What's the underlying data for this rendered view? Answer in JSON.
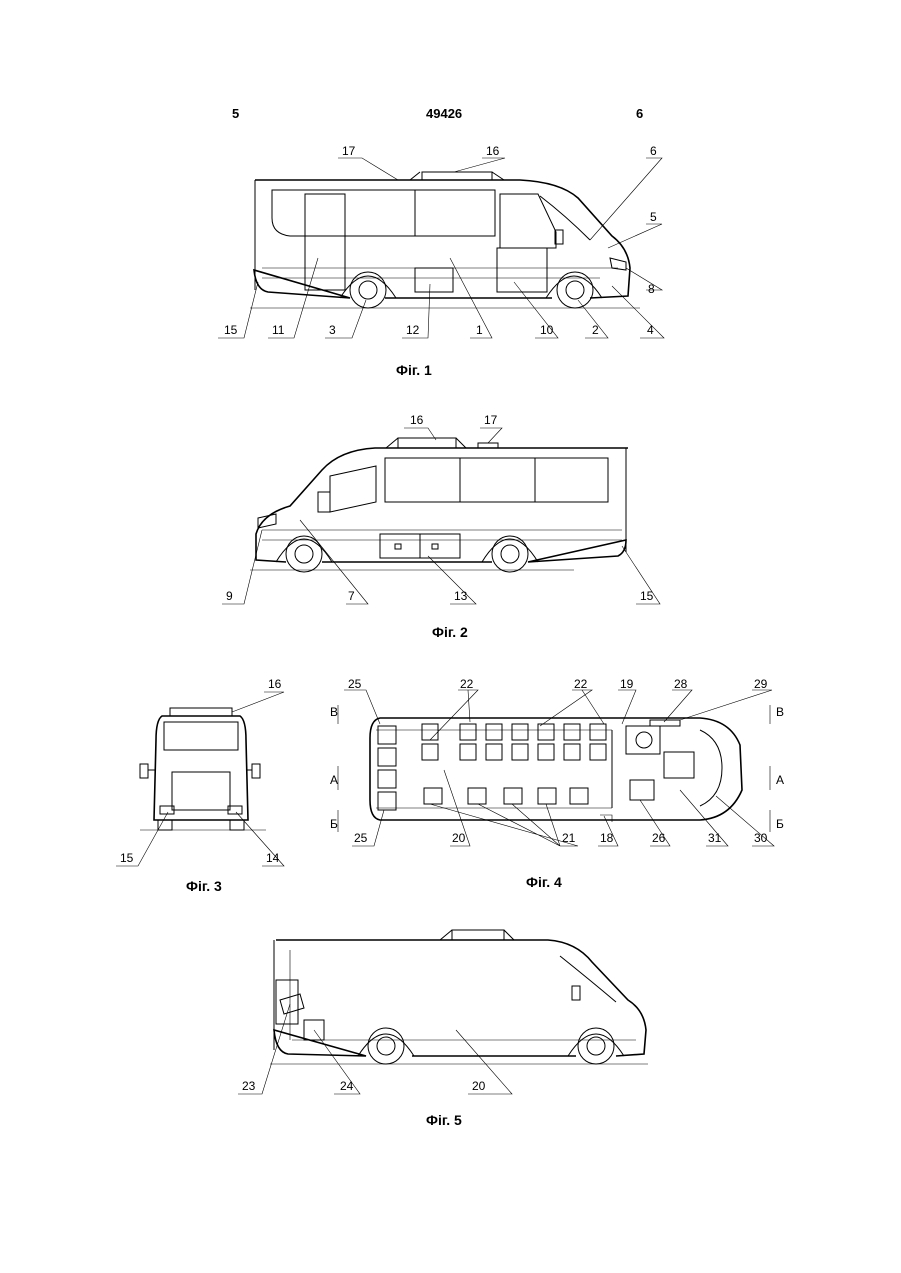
{
  "header": {
    "left_page": "5",
    "doc_number": "49426",
    "right_page": "6"
  },
  "figures": [
    {
      "caption": "Фіг. 1",
      "labels": [
        "17",
        "16",
        "6",
        "5",
        "8",
        "15",
        "11",
        "3",
        "12",
        "1",
        "10",
        "2",
        "4"
      ]
    },
    {
      "caption": "Фіг. 2",
      "labels": [
        "16",
        "17",
        "9",
        "7",
        "13",
        "15"
      ]
    },
    {
      "caption": "Фіг. 3",
      "labels": [
        "16",
        "15",
        "14"
      ]
    },
    {
      "caption": "Фіг. 4",
      "labels": [
        "25",
        "22",
        "22",
        "19",
        "28",
        "29",
        "25",
        "20",
        "21",
        "18",
        "26",
        "31",
        "30"
      ],
      "section_marks": [
        "В",
        "В",
        "А",
        "А",
        "Б",
        "Б"
      ]
    },
    {
      "caption": "Фіг. 5",
      "labels": [
        "23",
        "24",
        "20"
      ]
    }
  ]
}
